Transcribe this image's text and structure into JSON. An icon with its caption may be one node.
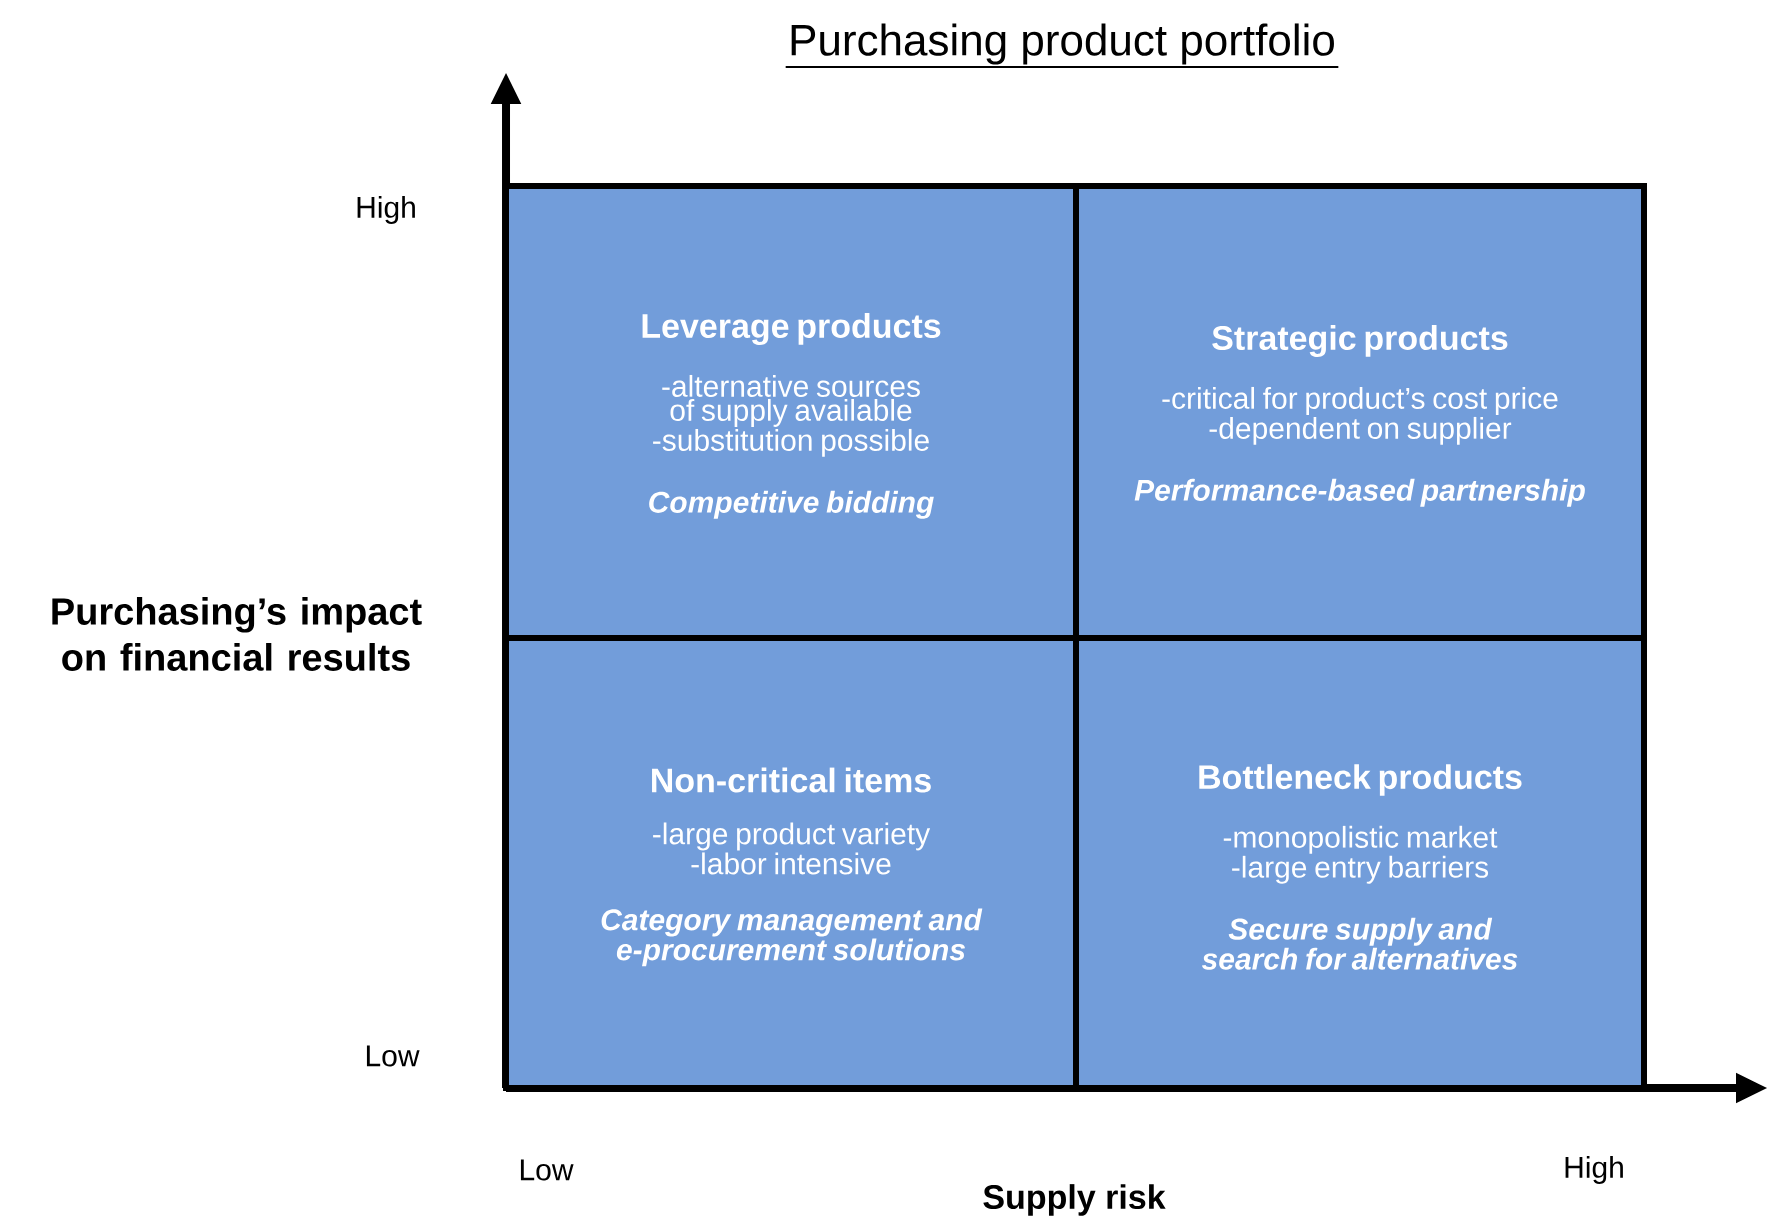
{
  "diagram": {
    "title": "Purchasing product portfolio",
    "nodes": [
      {
        "text": [
          "Leverage products",
          "-alternative sources of supply available",
          "-substitution possible",
          "Competitive bidding"
        ]
      },
      {
        "text": [
          "Strategic products",
          "-critical for product’s cost price",
          "-dependent on supplier",
          "Performance-based partnership"
        ]
      },
      {
        "text": [
          "Non-critical items",
          "-large product variety",
          "-labor intensive",
          "Category management and e-procurement solutions"
        ]
      },
      {
        "text": [
          "Bottleneck products",
          "-monopolistic market",
          "-large entry barriers",
          "Secure supply and search for alternatives"
        ]
      }
    ],
    "edges": [],
    "labels": [
      "High",
      "Purchasing’s impact on financial results",
      "Low",
      "Low",
      "High",
      "Supply risk"
    ]
  }
}
